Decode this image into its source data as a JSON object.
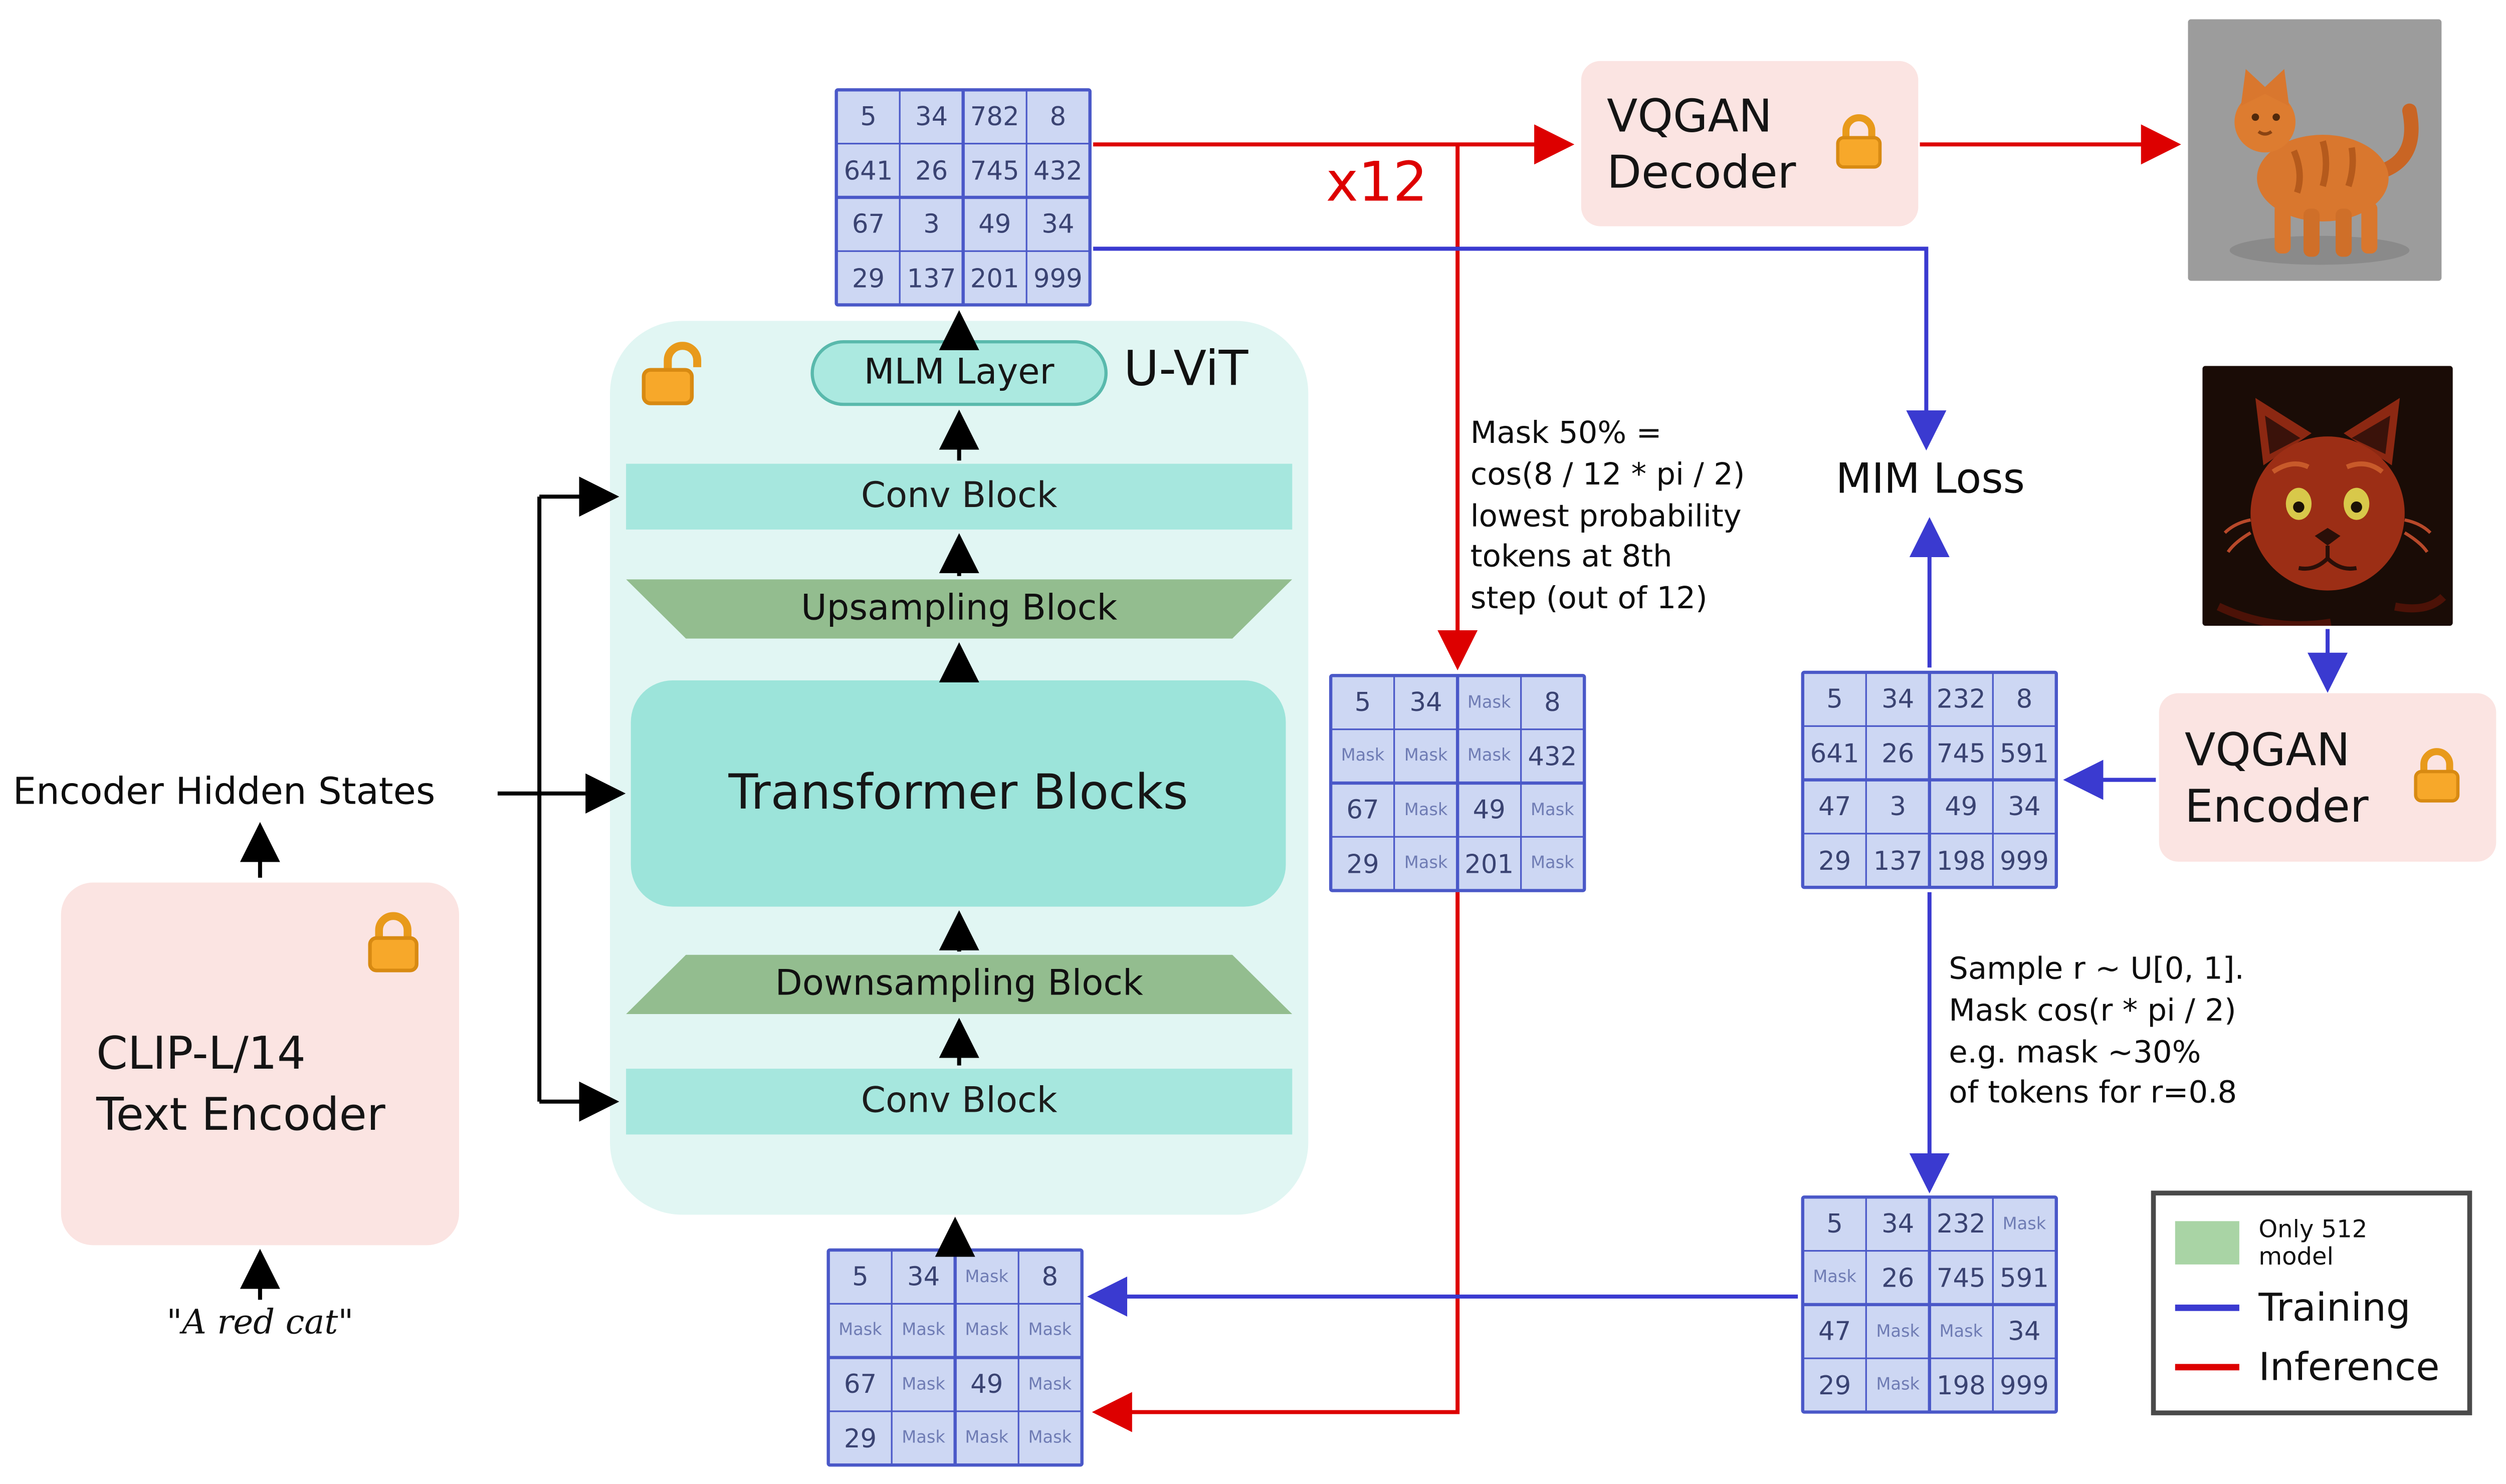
{
  "colors": {
    "training_blue": "#3a3ad0",
    "inference_red": "#dd0000",
    "uvit_background": "#e1f6f3",
    "teal_block": "#a6e7de",
    "green_block": "#93bd8f",
    "pink_box": "#fbe4e2",
    "grid_cell": "#cdd7f3",
    "grid_border": "#4a58c8",
    "lock_orange": "#f7a82a",
    "legend_green": "#a9d4a5"
  },
  "uvit": {
    "title": "U-ViT",
    "mlm_layer": "MLM Layer",
    "conv_top": "Conv Block",
    "upsampling": "Upsampling Block",
    "transformer": "Transformer Blocks",
    "downsampling": "Downsampling Block",
    "conv_bottom": "Conv Block"
  },
  "left": {
    "encoder_hidden_states": "Encoder Hidden States",
    "clip_encoder": "CLIP-L/14\nText Encoder",
    "prompt": "\"A red cat\""
  },
  "right": {
    "x12": "x12",
    "vqgan_decoder": "VQGAN\nDecoder",
    "vqgan_encoder": "VQGAN\nEncoder",
    "mim_loss": "MIM Loss"
  },
  "annotations": {
    "mask50": "Mask 50% =\ncos(8 / 12 * pi / 2)\nlowest probability\ntokens at 8th\nstep (out of 12)",
    "sample": "Sample r ~ U[0, 1].\nMask cos(r * pi / 2)\ne.g. mask ~30%\nof tokens for r=0.8"
  },
  "legend": {
    "only512": "Only 512\nmodel",
    "training": "Training",
    "inference": "Inference"
  },
  "grids": {
    "top": {
      "cells": [
        "5",
        "34",
        "782",
        "8",
        "641",
        "26",
        "745",
        "432",
        "67",
        "3",
        "49",
        "34",
        "29",
        "137",
        "201",
        "999"
      ]
    },
    "mid_masked": {
      "cells": [
        "5",
        "34",
        "Mask",
        "8",
        "Mask",
        "Mask",
        "Mask",
        "432",
        "67",
        "Mask",
        "49",
        "Mask",
        "29",
        "Mask",
        "201",
        "Mask"
      ]
    },
    "target": {
      "cells": [
        "5",
        "34",
        "232",
        "8",
        "641",
        "26",
        "745",
        "591",
        "47",
        "3",
        "49",
        "34",
        "29",
        "137",
        "198",
        "999"
      ]
    },
    "sampled_mask": {
      "cells": [
        "5",
        "34",
        "232",
        "Mask",
        "Mask",
        "26",
        "745",
        "591",
        "47",
        "Mask",
        "Mask",
        "34",
        "29",
        "Mask",
        "198",
        "999"
      ]
    },
    "input_mask": {
      "cells": [
        "5",
        "34",
        "Mask",
        "8",
        "Mask",
        "Mask",
        "Mask",
        "Mask",
        "67",
        "Mask",
        "49",
        "Mask",
        "29",
        "Mask",
        "Mask",
        "Mask"
      ]
    }
  }
}
